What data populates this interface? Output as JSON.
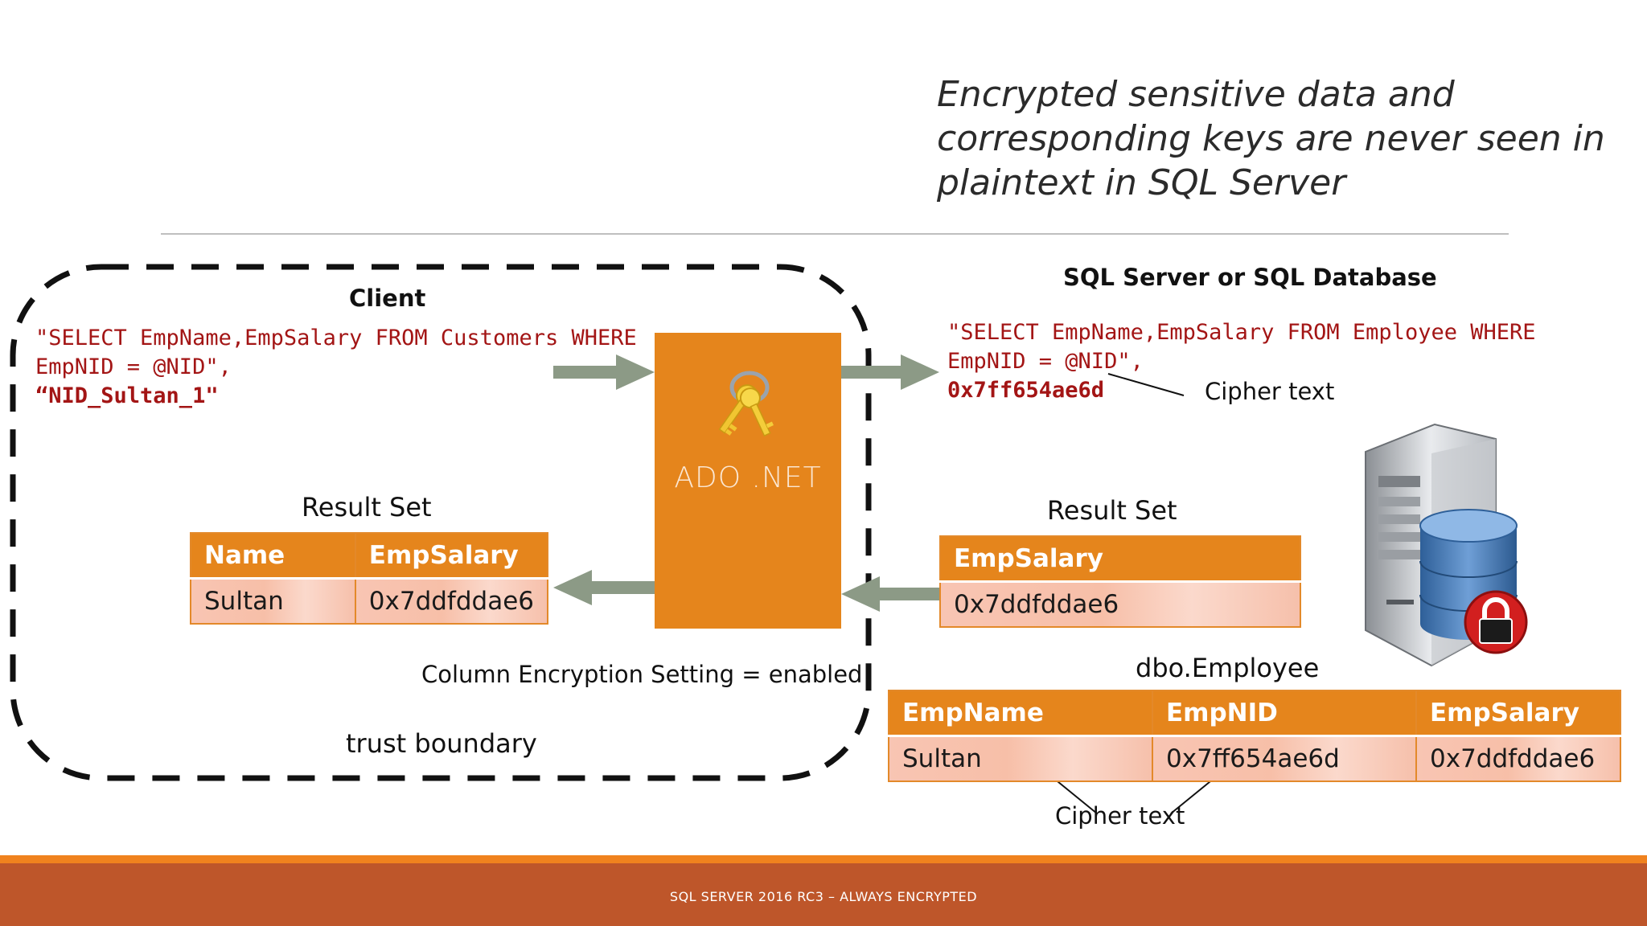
{
  "tagline": "Encrypted sensitive data and corresponding keys are never seen in plaintext in SQL Server",
  "client": {
    "title": "Client",
    "query_line1": "\"SELECT EmpName,EmpSalary FROM Customers WHERE",
    "query_line2": "EmpNID = @NID\",",
    "query_param": "“NID_Sultan_1\"",
    "result_title": "Result Set",
    "result_headers": [
      "Name",
      "EmpSalary"
    ],
    "result_row": [
      "Sultan",
      "0x7ddfddae6"
    ],
    "setting_label": "Column Encryption Setting = enabled",
    "trust_label": "trust boundary"
  },
  "driver": {
    "label": "ADO .NET",
    "icon": "keys-icon"
  },
  "server": {
    "title": "SQL Server or SQL Database",
    "query_line1": "\"SELECT EmpName,EmpSalary FROM Employee WHERE",
    "query_line2": "EmpNID = @NID\",",
    "query_param": "0x7ff654ae6d",
    "cipher_label": "Cipher text",
    "result_title": "Result Set",
    "result_header": "EmpSalary",
    "result_value": "0x7ddfddae6",
    "table_title": "dbo.Employee",
    "table_headers": [
      "EmpName",
      "EmpNID",
      "EmpSalary"
    ],
    "table_row": [
      "Sultan",
      "0x7ff654ae6d",
      "0x7ddfddae6"
    ],
    "table_cipher_label": "Cipher text",
    "icon": "database-server-lock-icon"
  },
  "footer": "SQL SERVER 2016 RC3 – ALWAYS ENCRYPTED",
  "colors": {
    "accent_orange": "#e5851c",
    "footer_rust": "#be562a",
    "code_red": "#a31515",
    "arrow_gray": "#8c9a86"
  }
}
